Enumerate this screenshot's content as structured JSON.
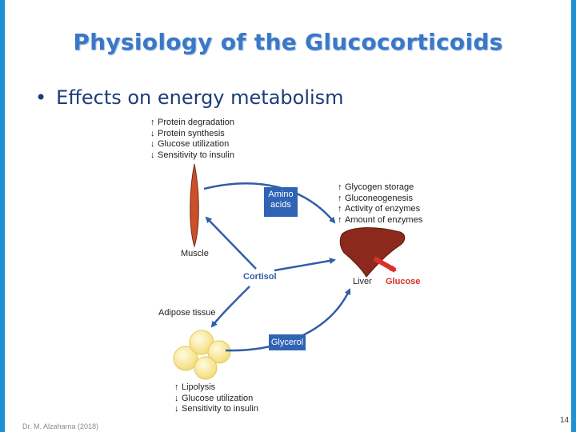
{
  "slide": {
    "title": "Physiology  of  the  Glucocorticoids",
    "bullet_dot": "•",
    "bullet": "Effects on energy metabolism",
    "footer": "Dr. M. Alzaharna (2018)",
    "page_number": "14"
  },
  "diagram": {
    "muscle_effects": [
      {
        "arrow": "↑",
        "text": "Protein degradation"
      },
      {
        "arrow": "↓",
        "text": "Protein synthesis"
      },
      {
        "arrow": "↓",
        "text": "Glucose utilization"
      },
      {
        "arrow": "↓",
        "text": "Sensitivity to insulin"
      }
    ],
    "liver_effects": [
      {
        "arrow": "↑",
        "text": "Glycogen storage"
      },
      {
        "arrow": "↑",
        "text": "Gluconeogenesis"
      },
      {
        "arrow": "↑",
        "text": "Activity of enzymes"
      },
      {
        "arrow": "↑",
        "text": "Amount of enzymes"
      }
    ],
    "adipose_effects": [
      {
        "arrow": "↑",
        "text": "Lipolysis"
      },
      {
        "arrow": "↓",
        "text": "Glucose utilization"
      },
      {
        "arrow": "↓",
        "text": "Sensitivity to insulin"
      }
    ],
    "amino_acids_line1": "Amino",
    "amino_acids_line2": "acids",
    "glycerol": "Glycerol",
    "muscle": "Muscle",
    "cortisol": "Cortisol",
    "liver": "Liver",
    "glucose": "Glucose",
    "adipose_tissue": "Adipose tissue",
    "colors": {
      "arrow": "#2f5ea8",
      "box": "#2f63b4",
      "glucose": "#d9312a",
      "muscle": "#c9502a",
      "liver": "#8b2a1c",
      "fat": "#f7e79a"
    }
  }
}
